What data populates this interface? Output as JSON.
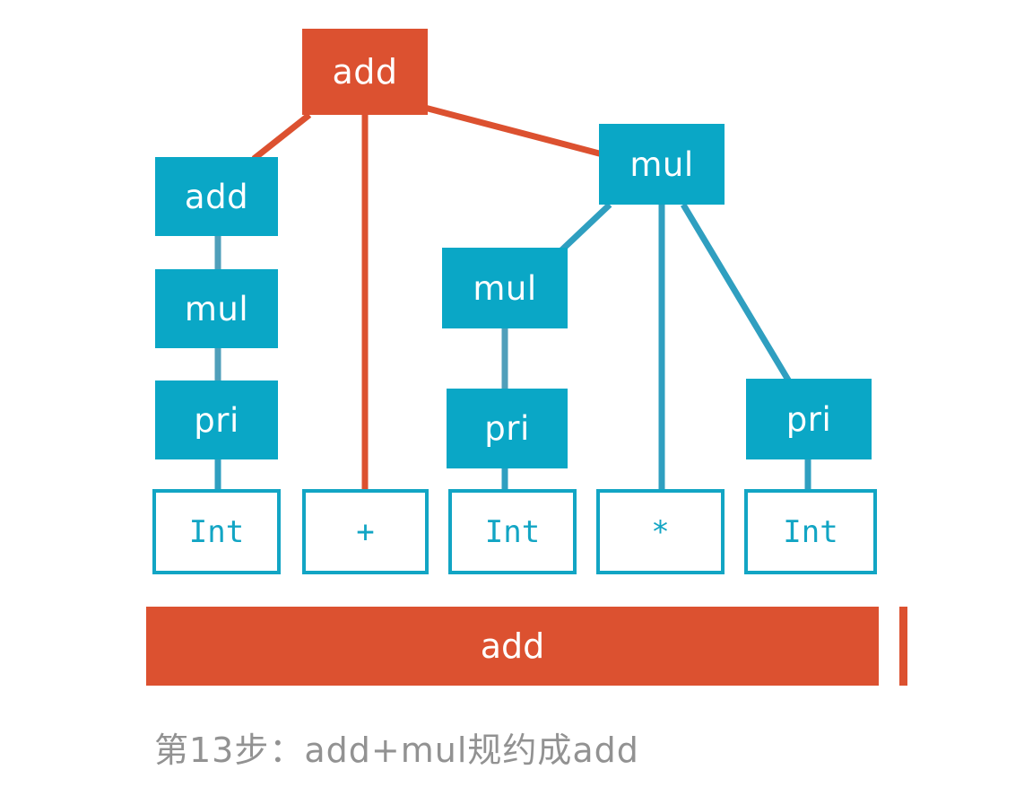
{
  "diagram": {
    "title_caption": "第13步：add+mul规约成add",
    "colors": {
      "orange": "#dc5130",
      "cyan": "#0aa7c6",
      "token_border": "#12a5c4",
      "edge_blue": "#4f9fba",
      "edge_cyan": "#2f9fc0",
      "caption_gray": "#929292",
      "background": "#ffffff"
    },
    "nodes": {
      "root_add": "add",
      "left_add": "add",
      "left_mul": "mul",
      "left_pri": "pri",
      "right_mul_top": "mul",
      "mid_mul": "mul",
      "mid_pri": "pri",
      "right_pri": "pri"
    },
    "tokens": [
      {
        "label": "Int"
      },
      {
        "label": "+"
      },
      {
        "label": "Int"
      },
      {
        "label": "*"
      },
      {
        "label": "Int"
      }
    ],
    "stack_bar": {
      "label": "add"
    }
  }
}
